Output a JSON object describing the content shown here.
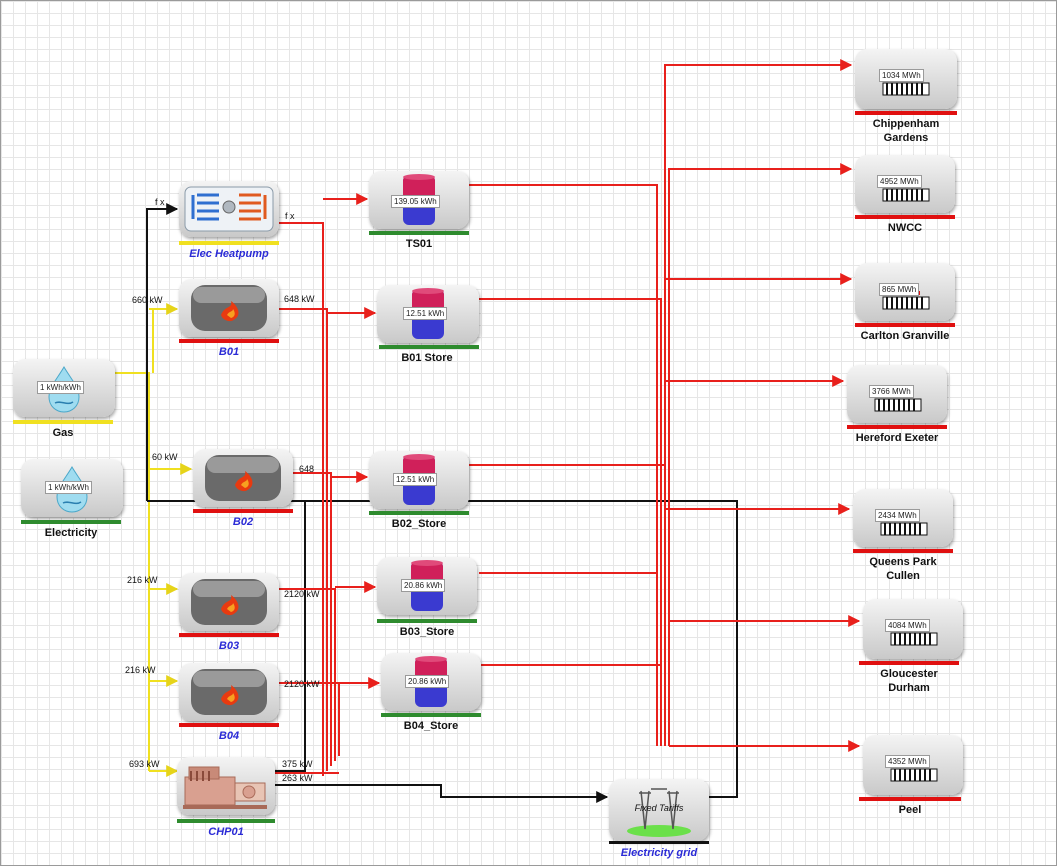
{
  "sources": {
    "gas": {
      "label": "Gas",
      "value": "1 kWh/kWh"
    },
    "electricity": {
      "label": "Electricity",
      "value": "1 kWh/kWh"
    }
  },
  "generators": {
    "heatpump": {
      "label": "Elec Heatpump",
      "in": "f x",
      "out": "f x"
    },
    "b01": {
      "label": "B01",
      "in": "660 kW",
      "out": "648 kW"
    },
    "b02": {
      "label": "B02",
      "in": "60 kW",
      "out": "648"
    },
    "b03": {
      "label": "B03",
      "in": "216 kW",
      "out": "2120 kW"
    },
    "b04": {
      "label": "B04",
      "in": "216 kW",
      "out": "2120 kW"
    },
    "chp01": {
      "label": "CHP01",
      "in": "693 kW",
      "out1": "375 kW",
      "out2": "263 kW"
    }
  },
  "stores": {
    "ts01": {
      "label": "TS01",
      "value": "139.05 kWh"
    },
    "b01_store": {
      "label": "B01 Store",
      "value": "12.51 kWh"
    },
    "b02_store": {
      "label": "B02_Store",
      "value": "12.51 kWh"
    },
    "b03_store": {
      "label": "B03_Store",
      "value": "20.86 kWh"
    },
    "b04_store": {
      "label": "B04_Store",
      "value": "20.86 kWh"
    }
  },
  "loads": {
    "chippenham": {
      "label1": "Chippenham",
      "label2": "Gardens",
      "value": "1034 MWh"
    },
    "nwcc": {
      "label1": "NWCC",
      "label2": "",
      "value": "4952 MWh"
    },
    "carlton": {
      "label1": "Carlton Granville",
      "label2": "",
      "value": "865 MWh"
    },
    "hereford": {
      "label1": "Hereford Exeter",
      "label2": "",
      "value": "3766 MWh"
    },
    "queens": {
      "label1": "Queens Park",
      "label2": "Cullen",
      "value": "2434 MWh"
    },
    "gloucester": {
      "label1": "Gloucester",
      "label2": "Durham",
      "value": "4084 MWh"
    },
    "peel": {
      "label1": "Peel",
      "label2": "",
      "value": "4352 MWh"
    }
  },
  "grid": {
    "label": "Electricity grid",
    "inner": "Fixed Tariffs"
  },
  "colors": {
    "heat": "#e8201c",
    "gas": "#f0e020",
    "elec": "#111111",
    "green_bar": "#2e8b2e",
    "red_bar": "#e01010",
    "yellow_bar": "#f0e020",
    "blue_label": "#2b2bd6"
  }
}
